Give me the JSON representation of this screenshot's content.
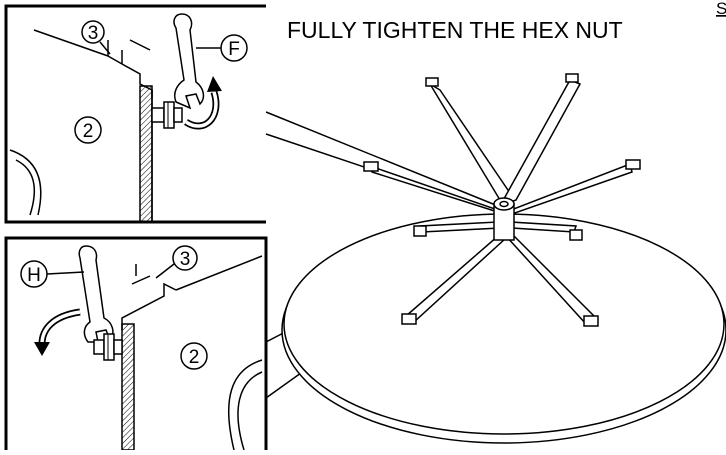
{
  "instruction": {
    "title": "FULLY TIGHTEN THE HEX NUT",
    "page_marker": "S"
  },
  "callouts": {
    "part_3": "3",
    "part_2": "2",
    "tool_f": "F",
    "tool_h": "H"
  },
  "colors": {
    "ink": "#000000",
    "paper": "#ffffff"
  }
}
